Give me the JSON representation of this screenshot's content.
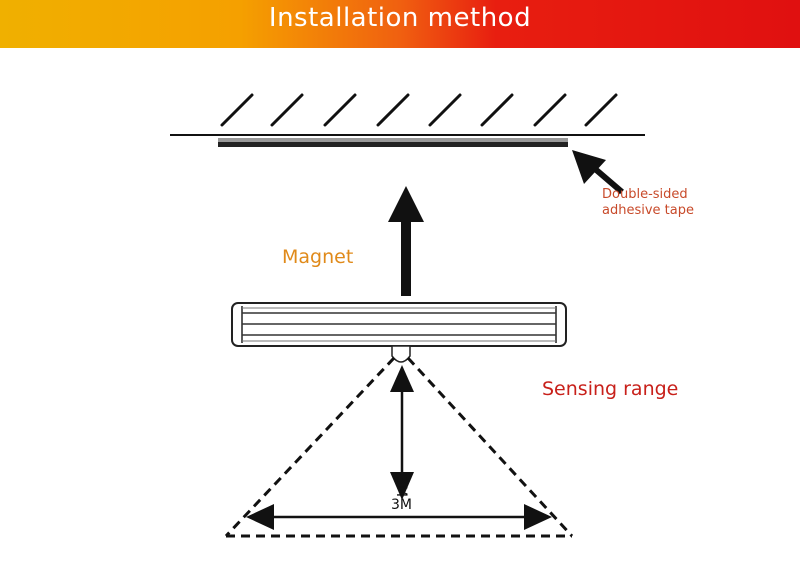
{
  "header": {
    "title": "Installation method"
  },
  "labels": {
    "tape_line1": "Double-sided",
    "tape_line2": "adhesive tape",
    "magnet": "Magnet",
    "sensing_range": "Sensing range",
    "vertical_distance": "3M",
    "horizontal_distance": "3M"
  },
  "colors": {
    "banner_start": "#f0b000",
    "banner_end": "#e01010",
    "tape_label": "#c84a2a",
    "magnet_label": "#e08a1a",
    "sensing_label": "#c8201a"
  }
}
